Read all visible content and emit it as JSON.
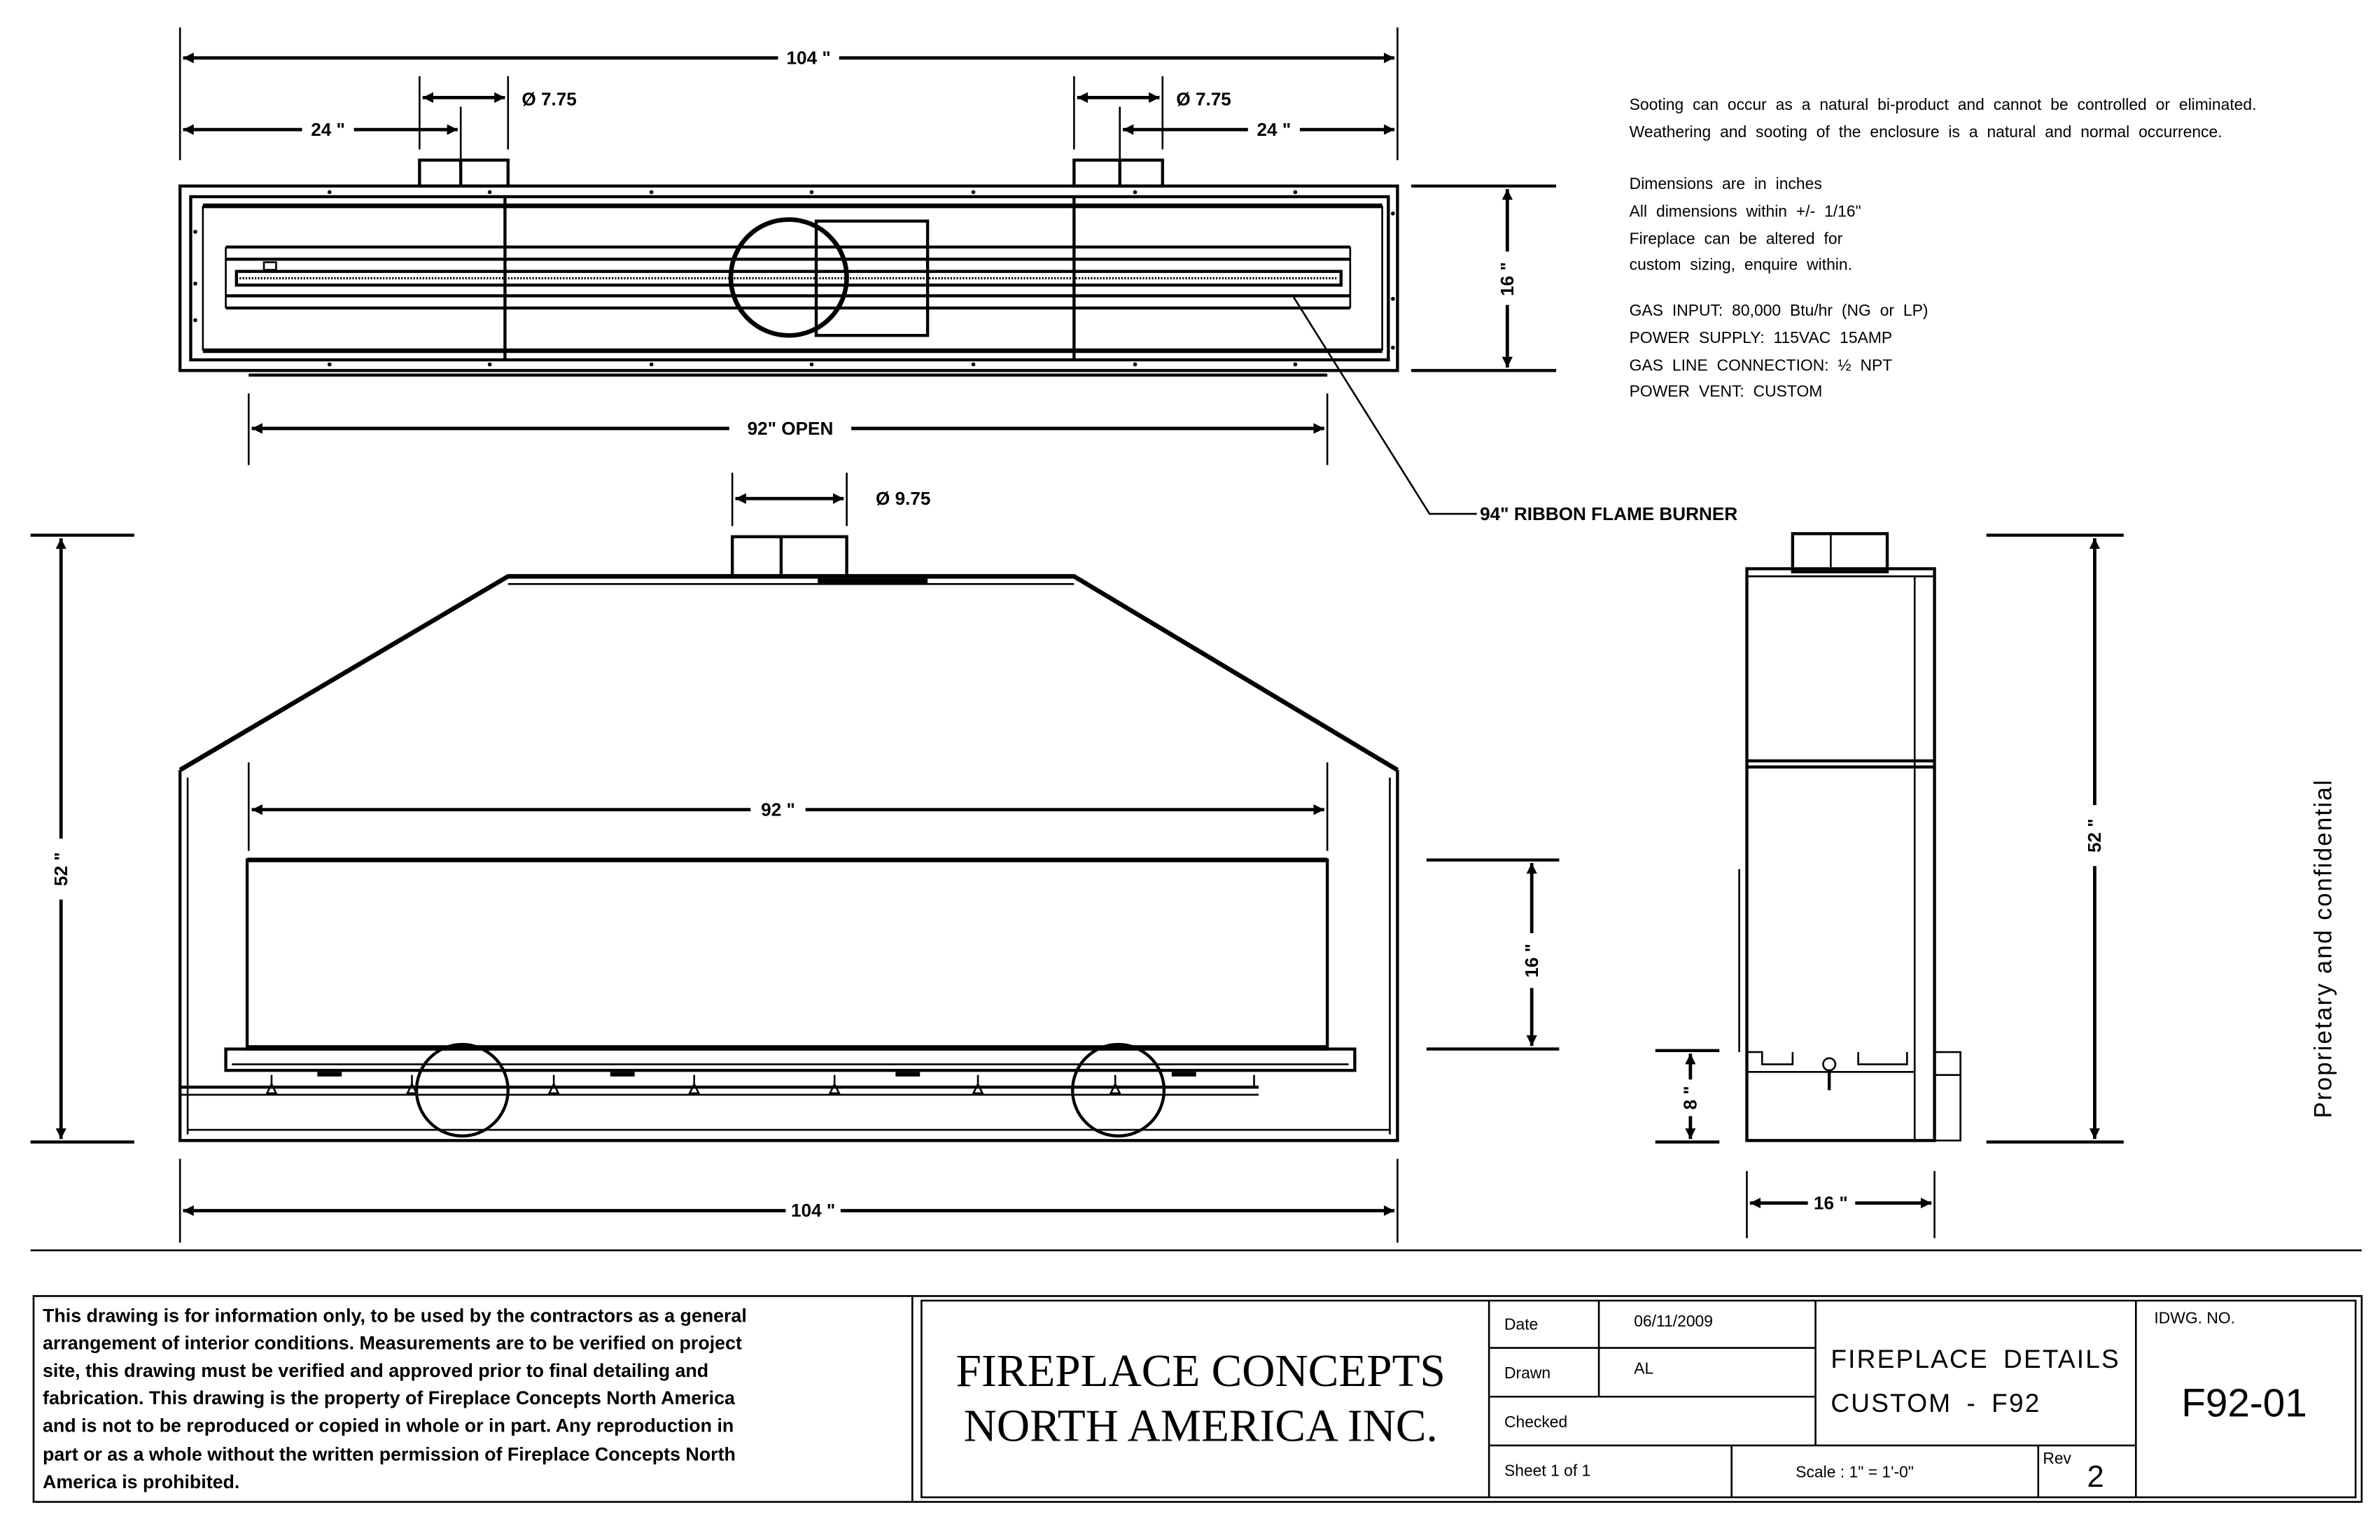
{
  "notes": {
    "sooting_1": "Sooting can occur as a natural bi-product and cannot be controlled or eliminated.",
    "sooting_2": "Weathering and sooting of the enclosure is a natural and normal occurrence.",
    "dims_1": "Dimensions are in inches",
    "dims_2": "All dimensions within +/- 1/16\"",
    "dims_3": "Fireplace can be altered for",
    "dims_4": "custom sizing, enquire within.",
    "spec_gas_input": "GAS INPUT: 80,000 Btu/hr (NG or LP)",
    "spec_power_supply": "POWER SUPPLY: 115VAC 15AMP",
    "spec_gas_line": "GAS LINE CONNECTION: ½ NPT",
    "spec_power_vent": "POWER VENT: CUSTOM"
  },
  "top_view": {
    "overall_width": "104 \"",
    "left_offset": "24 \"",
    "right_offset": "24 \"",
    "left_vent_dia": "Ø 7.75",
    "right_vent_dia": "Ø 7.75",
    "depth": "16 \"",
    "opening": "92\" OPEN",
    "burner_callout": "94\" RIBBON FLAME BURNER"
  },
  "front_view": {
    "vent_dia": "Ø 9.75",
    "height": "52 \"",
    "opening_width": "92 \"",
    "opening_height": "16 \"",
    "overall_width": "104 \""
  },
  "side_view": {
    "height": "52 \"",
    "base_height": "8 \"",
    "depth": "16 \""
  },
  "side_text": "Proprietary and confidential",
  "title_block": {
    "disclaimer": [
      "This drawing is for information only, to be used by the contractors as a general",
      "arrangement of interior conditions. Measurements are to be verified on project",
      "site, this drawing must be verified and approved prior to final detailing and",
      "fabrication. This drawing is the property of Fireplace Concepts North America",
      "and is not to be reproduced or copied in whole or in part. Any reproduction in",
      "part or as a whole without the written permission of Fireplace Concepts North",
      "America is prohibited."
    ],
    "company_line_1": "FIREPLACE CONCEPTS",
    "company_line_2": "NORTH AMERICA INC.",
    "date_label": "Date",
    "date_value": "06/11/2009",
    "drawn_label": "Drawn",
    "drawn_value": "AL",
    "checked_label": "Checked",
    "sheet": "Sheet 1 of 1",
    "scale": "Scale : 1\" = 1'-0\"",
    "rev_label": "Rev",
    "rev_value": "2",
    "title_1": "FIREPLACE DETAILS",
    "title_2": "CUSTOM - F92",
    "dwg_no_label": "IDWG. NO.",
    "dwg_no": "F92-01"
  }
}
